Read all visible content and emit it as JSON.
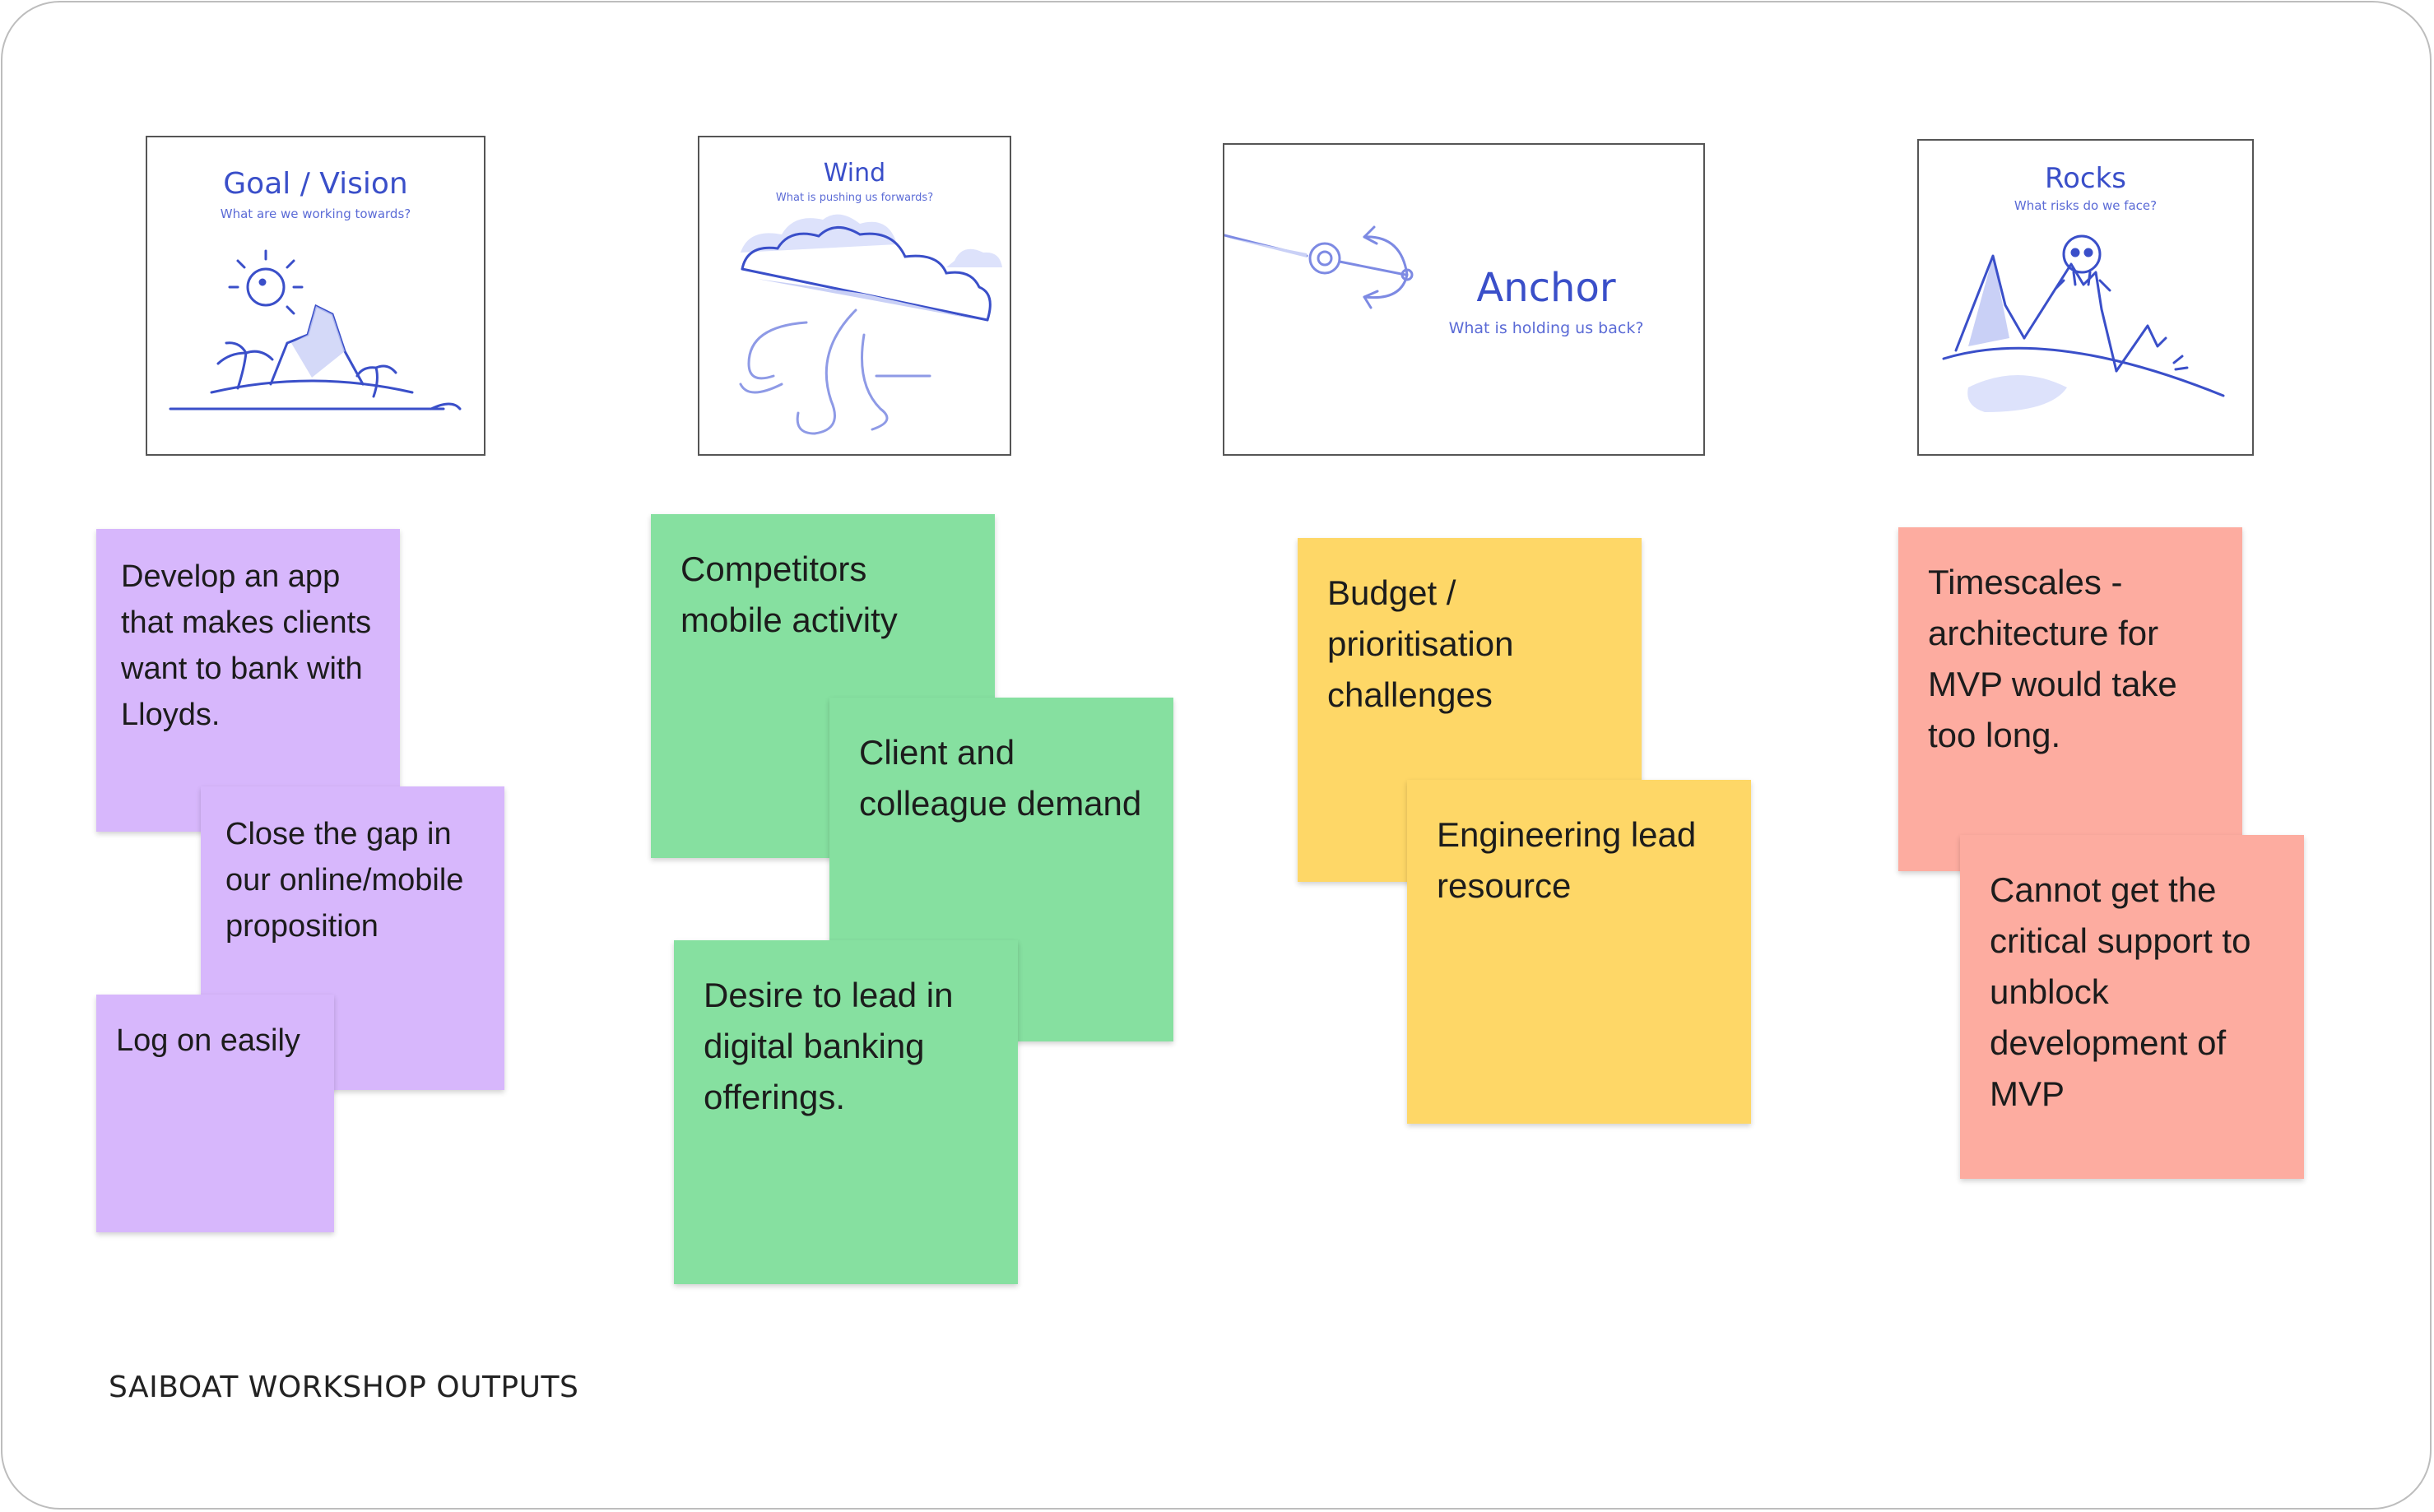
{
  "cards": {
    "goal": {
      "title": "Goal / Vision",
      "subtitle": "What are we working towards?"
    },
    "wind": {
      "title": "Wind",
      "subtitle": "What is pushing us forwards?"
    },
    "anchor": {
      "title": "Anchor",
      "subtitle": "What is holding us back?"
    },
    "rocks": {
      "title": "Rocks",
      "subtitle": "What risks do we face?"
    }
  },
  "notes": {
    "goal_1": "Develop an app that makes clients want to bank with Lloyds.",
    "goal_2": "Close the gap in our online/mobile proposition",
    "goal_3": "Log on easily",
    "wind_1": "Competitors mobile activity",
    "wind_2": "Client and colleague demand",
    "wind_3": "Desire to lead in digital banking offerings.",
    "anchor_1": "Budget / prioritisation challenges",
    "anchor_2": "Engineering lead resource",
    "rocks_1": "Timescales - architecture for MVP would take too long.",
    "rocks_2": "Cannot get the critical support to unblock development of MVP"
  },
  "caption": "SAIBOAT WORKSHOP OUTPUTS",
  "colors": {
    "purple": "#d7b7fc",
    "green": "#86e0a0",
    "yellow": "#fed767",
    "red": "#fdaca0",
    "illustration": "#3a4fc9"
  },
  "icons": [
    "island-icon",
    "cloud-wind-icon",
    "anchor-icon",
    "rocks-skull-icon"
  ]
}
